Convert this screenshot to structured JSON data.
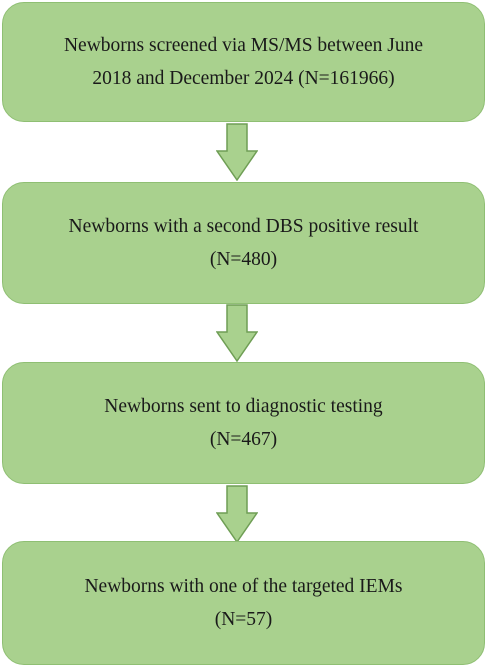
{
  "colors": {
    "box_fill": "#a9d18e",
    "box_border": "#8fbf73",
    "arrow_fill": "#a9d18e",
    "arrow_stroke": "#6f9e55",
    "text": "#1a1a1a"
  },
  "arrow_icon": "down-arrow-icon",
  "steps": [
    {
      "line1": "Newborns screened via MS/MS between June",
      "line2": "2018 and December 2024 (N=161966)"
    },
    {
      "line1": "Newborns with a second DBS positive result",
      "line2": "(N=480)"
    },
    {
      "line1": "Newborns sent to diagnostic testing",
      "line2": "(N=467)"
    },
    {
      "line1": "Newborns with one of the targeted IEMs",
      "line2": "(N=57)"
    }
  ]
}
